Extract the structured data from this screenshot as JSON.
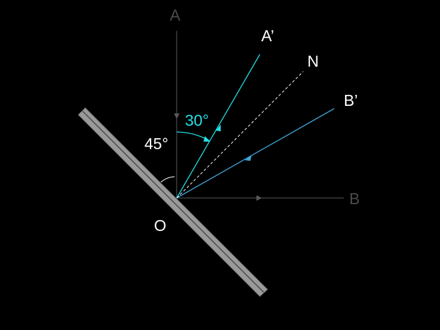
{
  "labels": {
    "A": "A",
    "A_prime": "A’",
    "N": "N",
    "B_prime": "B’",
    "B": "B",
    "O": "O"
  },
  "angles": {
    "mirror_angle": "45°",
    "ray_angle": "30°"
  },
  "colors": {
    "background": "#000000",
    "dim_ray": "#5a5a5a",
    "cyan_ray": "#22e0e6",
    "blue_ray": "#3fa6d8",
    "normal": "#ffffff",
    "mirror_fill": "#9a9a9a",
    "text": "#ffffff",
    "dim_text": "#4a4a4a"
  }
}
